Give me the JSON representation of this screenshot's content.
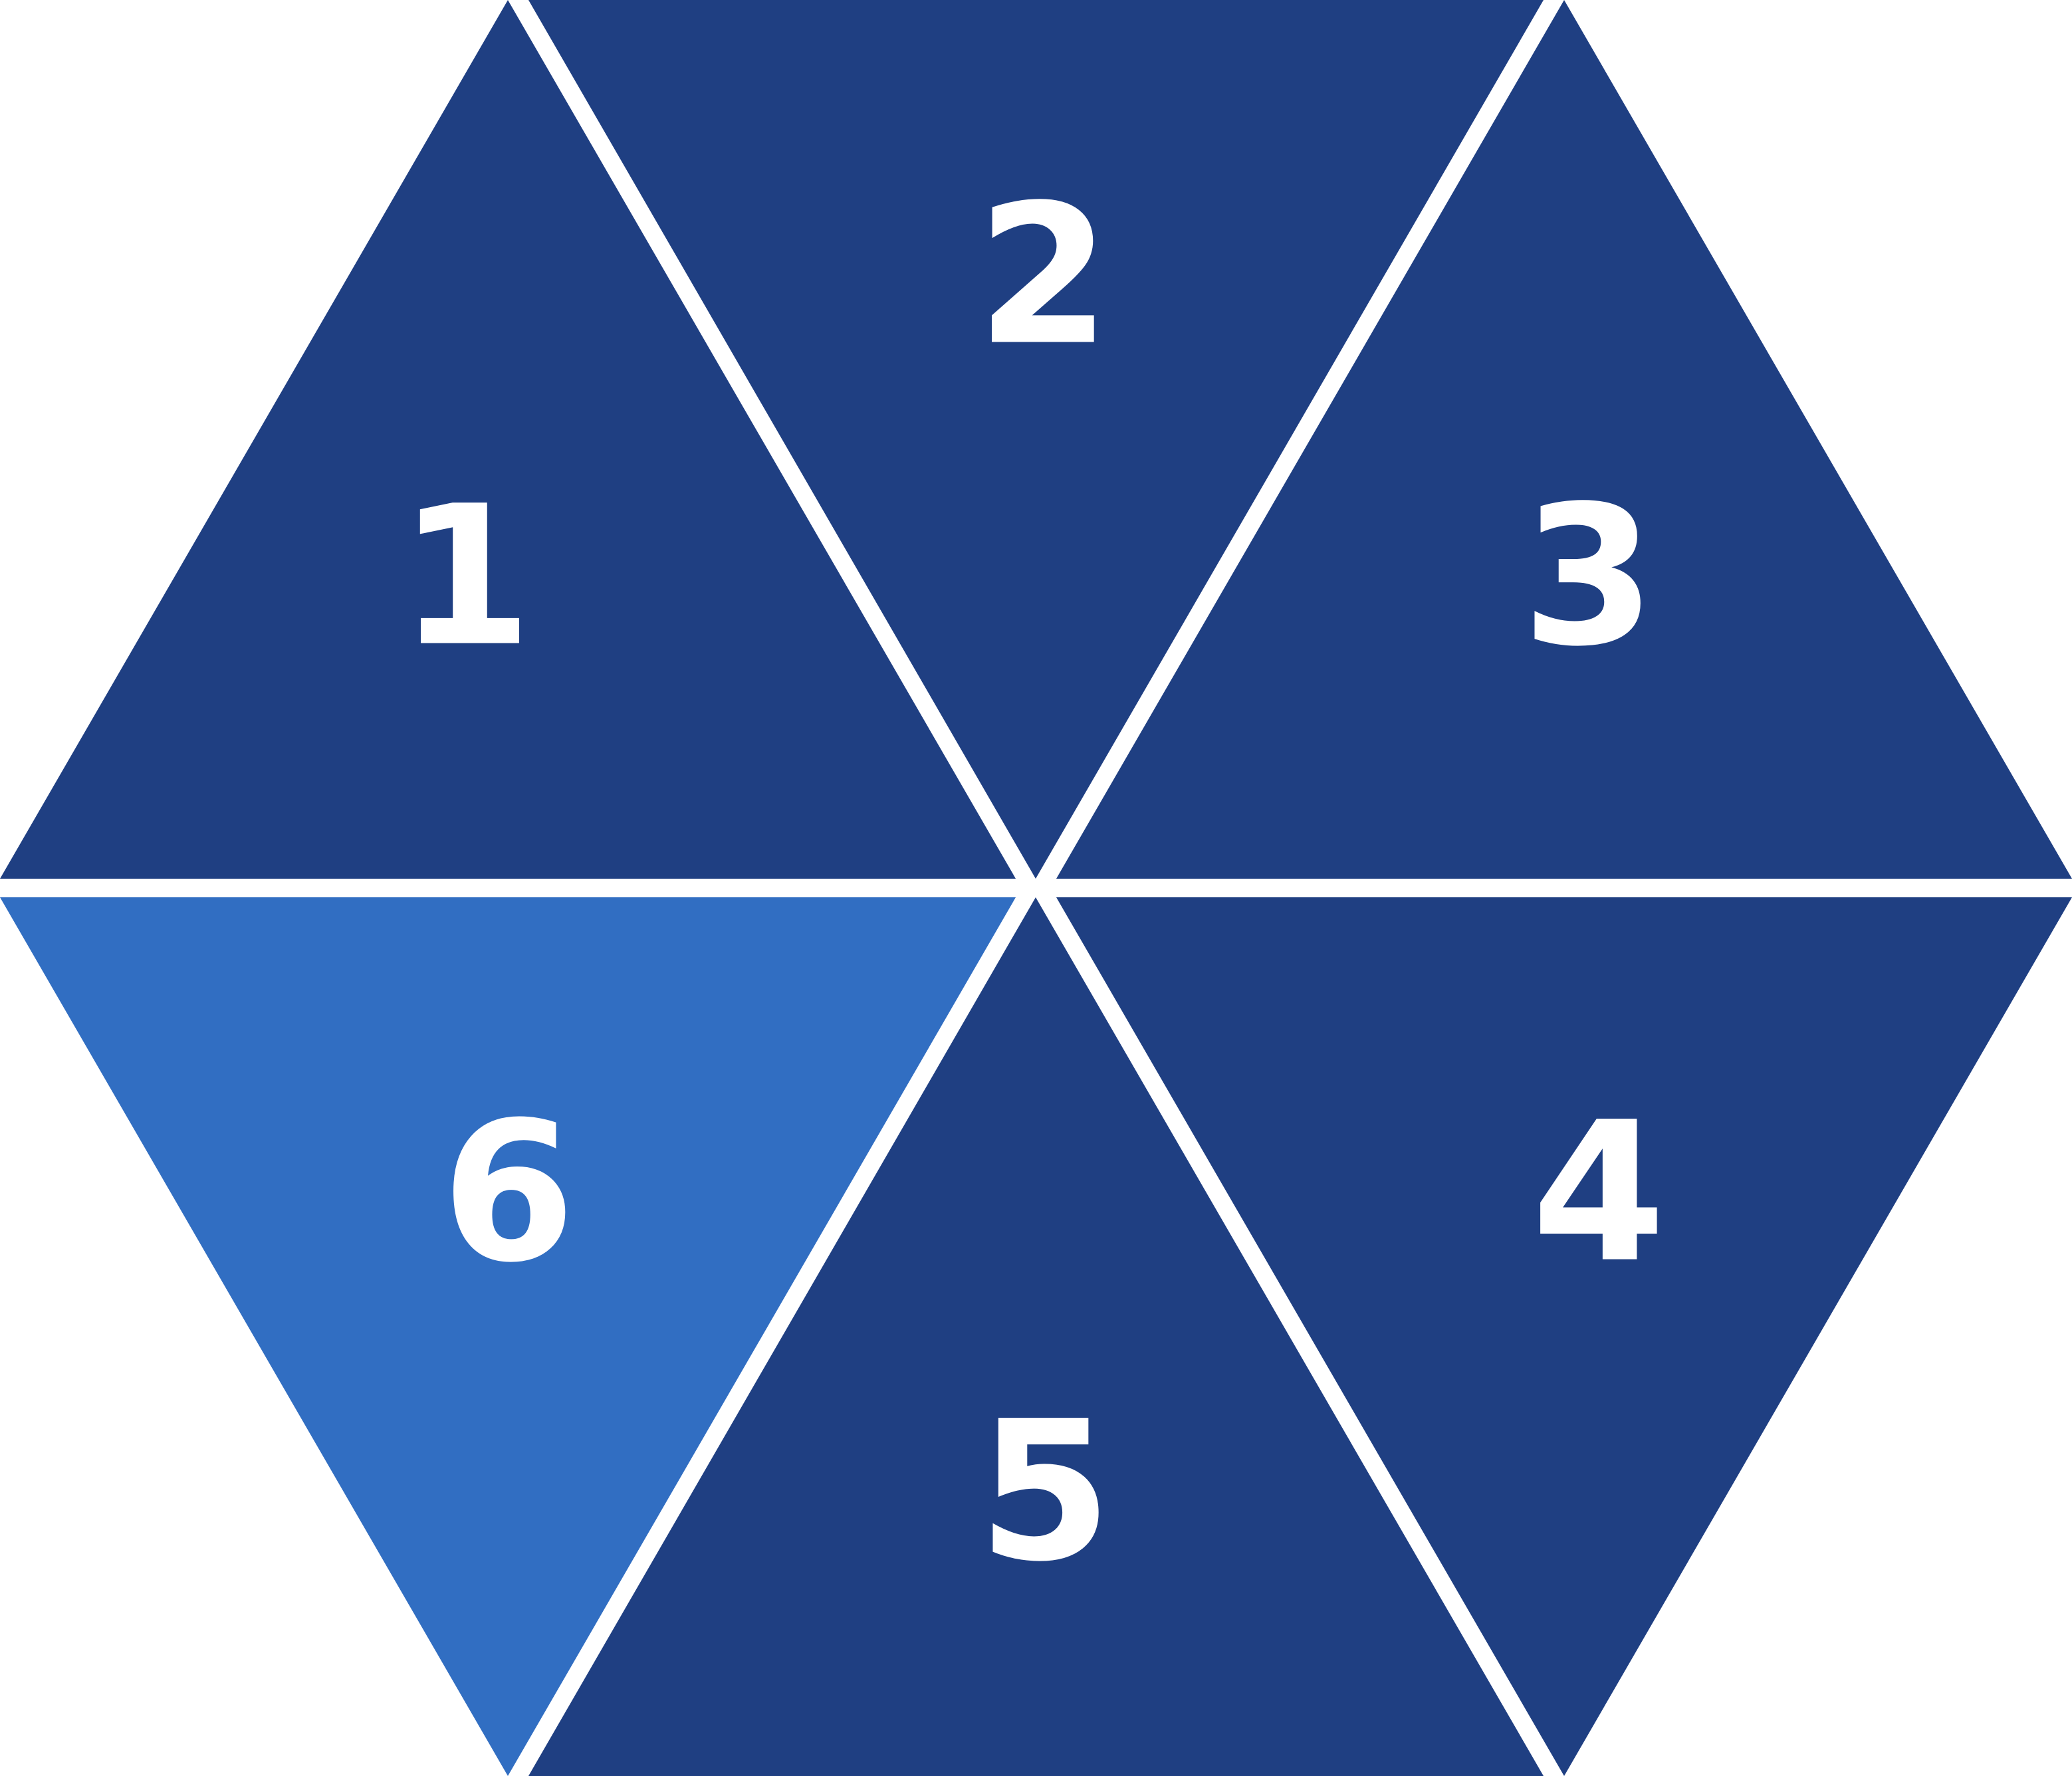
{
  "colors": {
    "dark": "#1f3f82",
    "highlight": "#316ec2",
    "gap": "#ffffff"
  },
  "triangles": [
    {
      "label": "1",
      "highlighted": false
    },
    {
      "label": "2",
      "highlighted": false
    },
    {
      "label": "3",
      "highlighted": false
    },
    {
      "label": "4",
      "highlighted": false
    },
    {
      "label": "5",
      "highlighted": false
    },
    {
      "label": "6",
      "highlighted": true
    }
  ]
}
